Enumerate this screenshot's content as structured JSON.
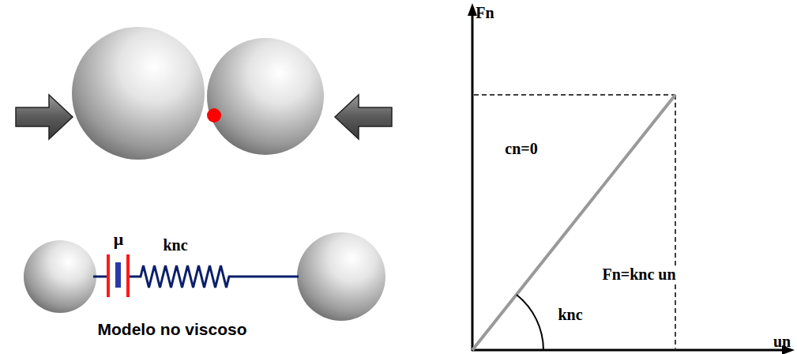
{
  "diagram": {
    "labels": [
      "μ",
      "knc",
      "Modelo no viscoso",
      "Fn",
      "cn=0",
      "Fn=knc un",
      "knc",
      "un"
    ]
  }
}
